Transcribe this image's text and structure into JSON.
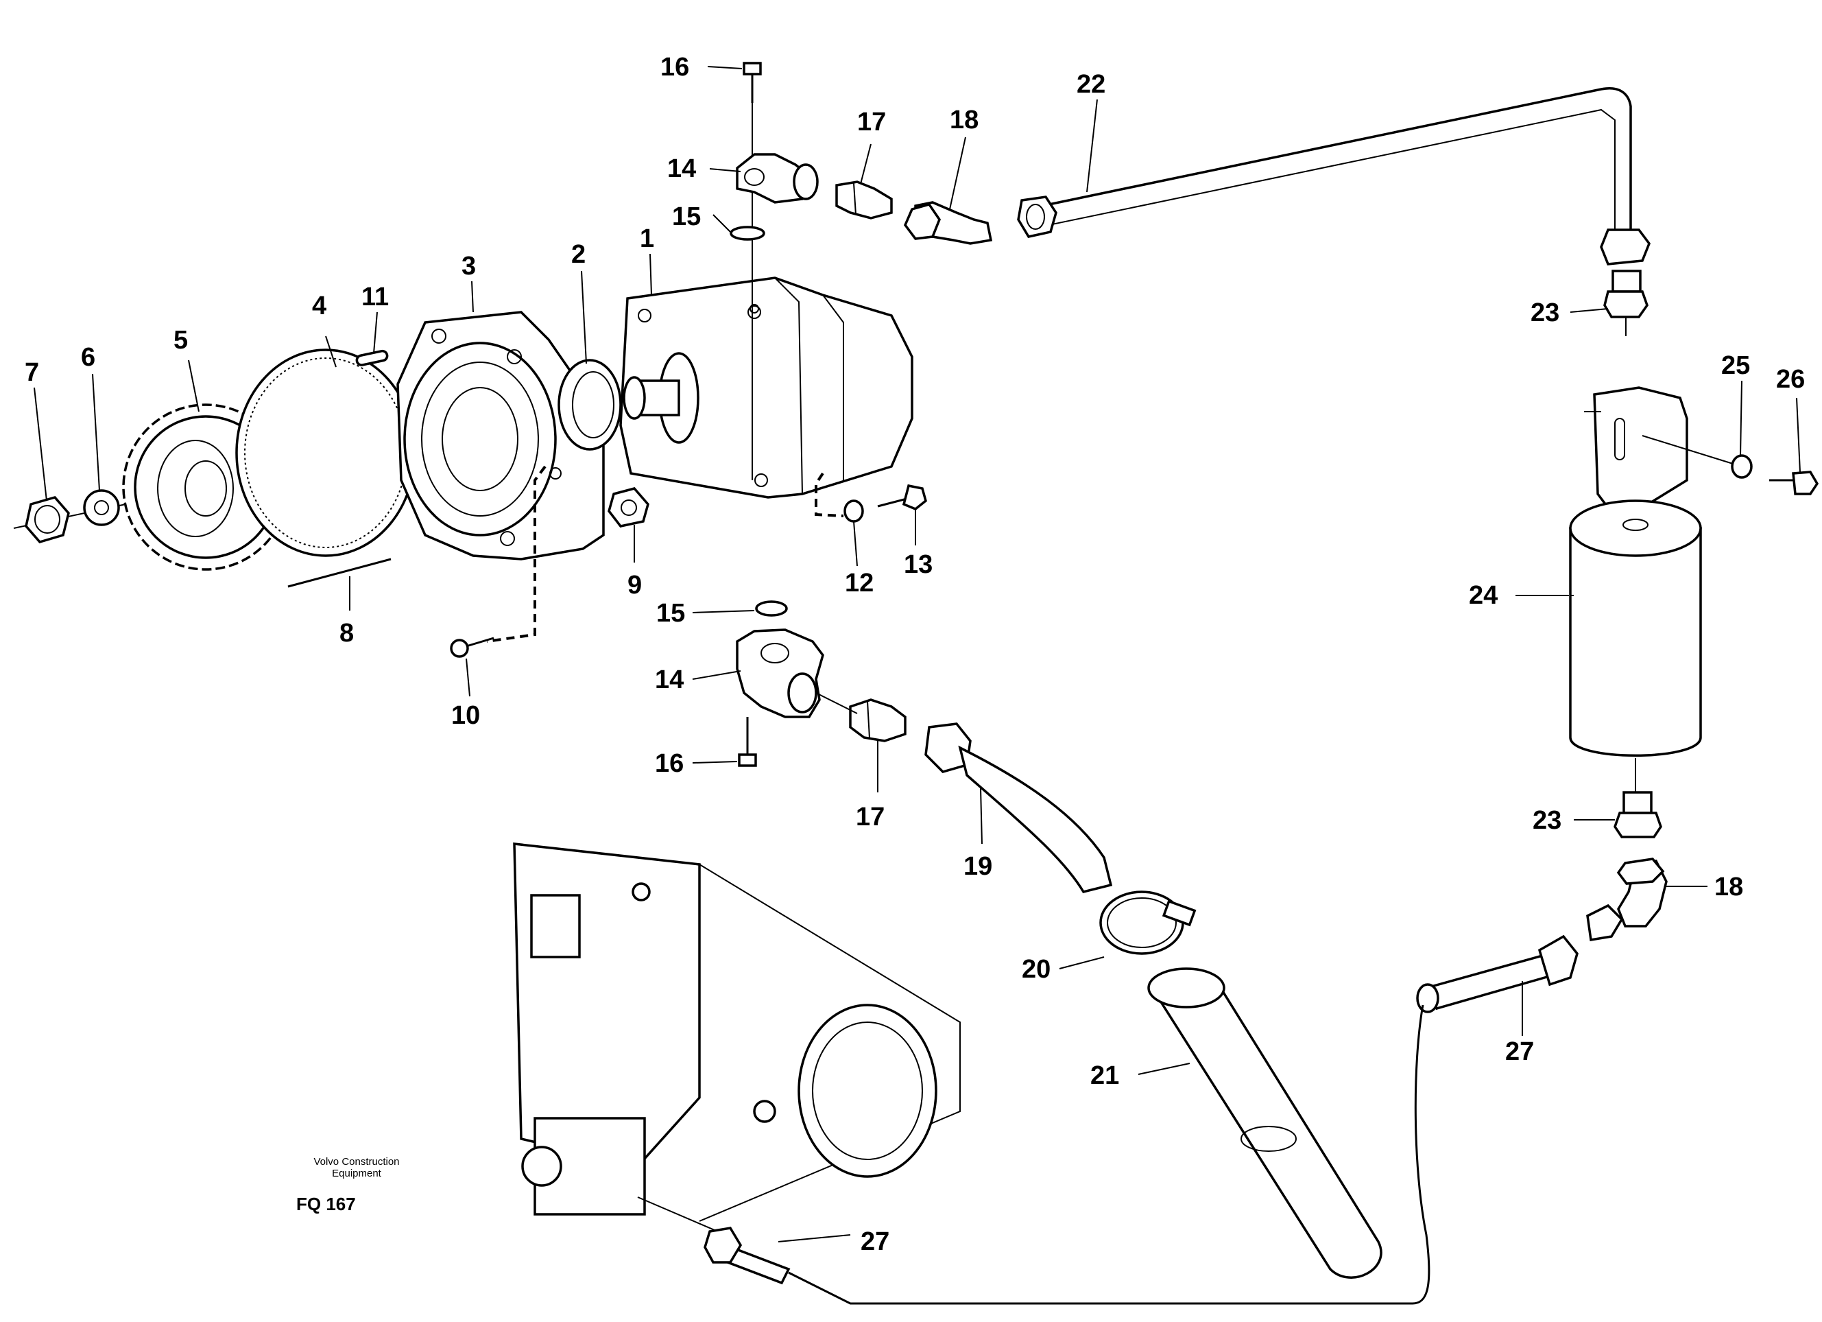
{
  "drawing": {
    "brand_line1": "Volvo Construction",
    "brand_line2": "Equipment",
    "figure_code": "FQ 167"
  },
  "callouts": {
    "c1": "1",
    "c2": "2",
    "c3": "3",
    "c4": "4",
    "c5": "5",
    "c6": "6",
    "c7": "7",
    "c8": "8",
    "c9": "9",
    "c10": "10",
    "c11": "11",
    "c12": "12",
    "c13": "13",
    "c14a": "14",
    "c14b": "14",
    "c15a": "15",
    "c15b": "15",
    "c16a": "16",
    "c16b": "16",
    "c17a": "17",
    "c17b": "17",
    "c18a": "18",
    "c18b": "18",
    "c19": "19",
    "c20": "20",
    "c21": "21",
    "c22": "22",
    "c23a": "23",
    "c23b": "23",
    "c24": "24",
    "c25": "25",
    "c26": "26",
    "c27a": "27",
    "c27b": "27"
  }
}
